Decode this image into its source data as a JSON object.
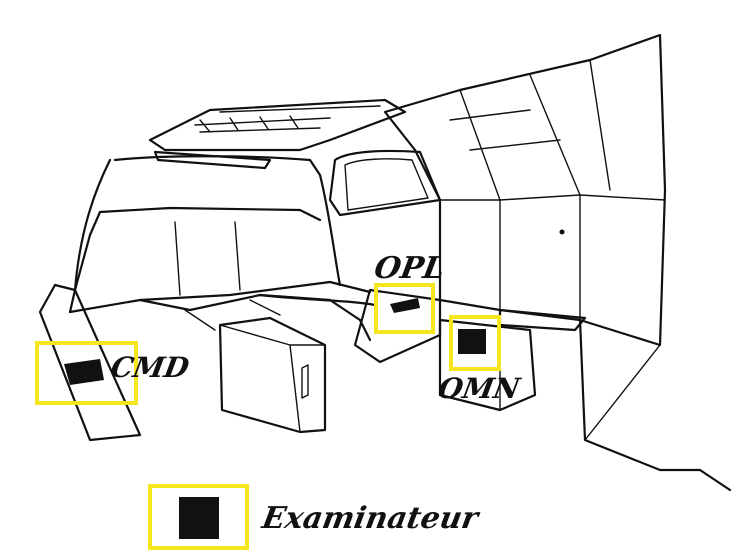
{
  "labels": {
    "opl": "OPL",
    "cmd": "CMD",
    "omn": "OMN"
  },
  "legend": {
    "label": "Examinateur"
  },
  "colors": {
    "highlight": "#f5e61e",
    "marker": "#111111",
    "ink": "#111111"
  }
}
